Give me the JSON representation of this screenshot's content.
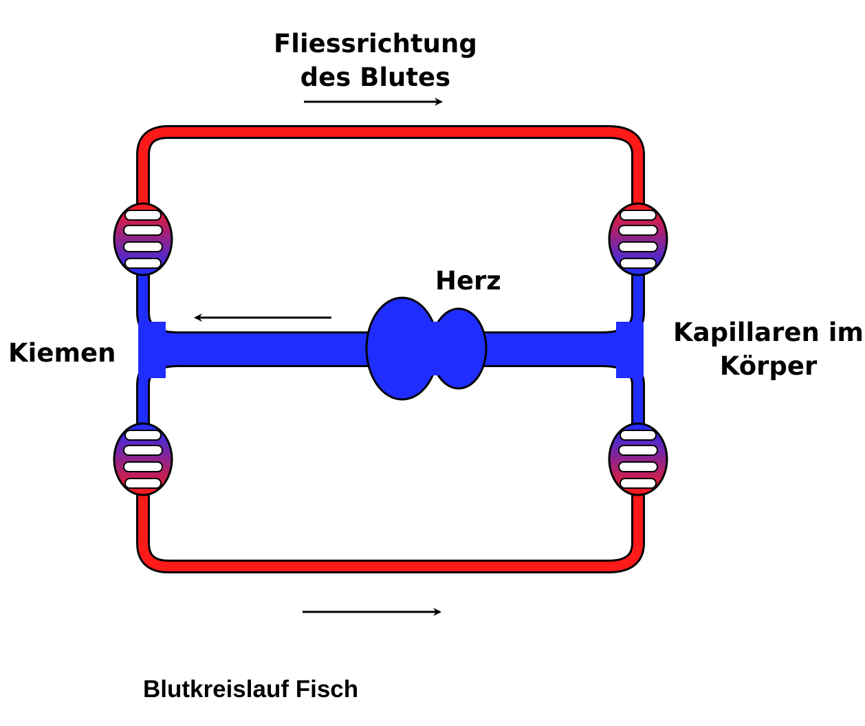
{
  "labels": {
    "flow_line1": "Fliessrichtung",
    "flow_line2": "des Blutes",
    "herz": "Herz",
    "kiemen": "Kiemen",
    "kapillaren_line1": "Kapillaren im",
    "kapillaren_line2": "Körper"
  },
  "title": "Blutkreislauf Fisch",
  "colors": {
    "oxygenated_blood": "#ff1a1a",
    "deoxygenated_blood": "#1f2dff",
    "outline": "#000000",
    "text": "#000000"
  },
  "icons": {
    "arrow": "right-arrow / left-arrow",
    "heart": "heart-chambers",
    "capillary": "capillary-bed"
  }
}
